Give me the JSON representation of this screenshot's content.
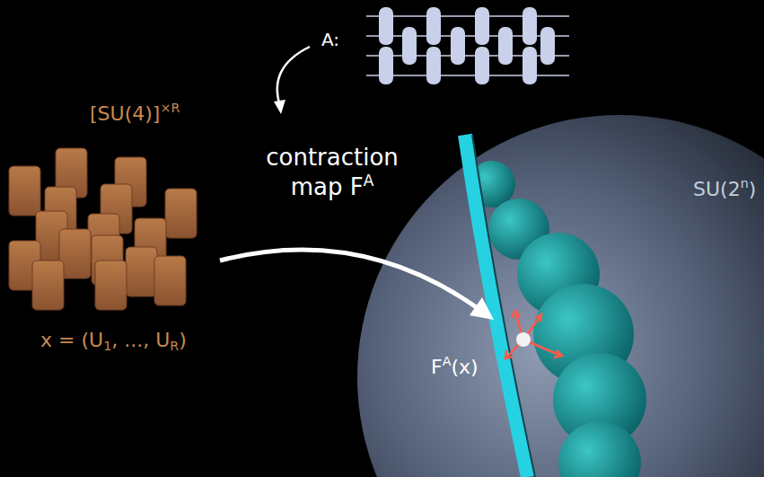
{
  "diagram": {
    "labels": [
      "[SU(4)]",
      "×R",
      "x = (U",
      "1",
      ", ..., U",
      "R",
      ")",
      "A:",
      "contraction",
      "map F",
      "A",
      "SU(2",
      "n",
      ")",
      "F",
      "A",
      "(x)"
    ]
  }
}
